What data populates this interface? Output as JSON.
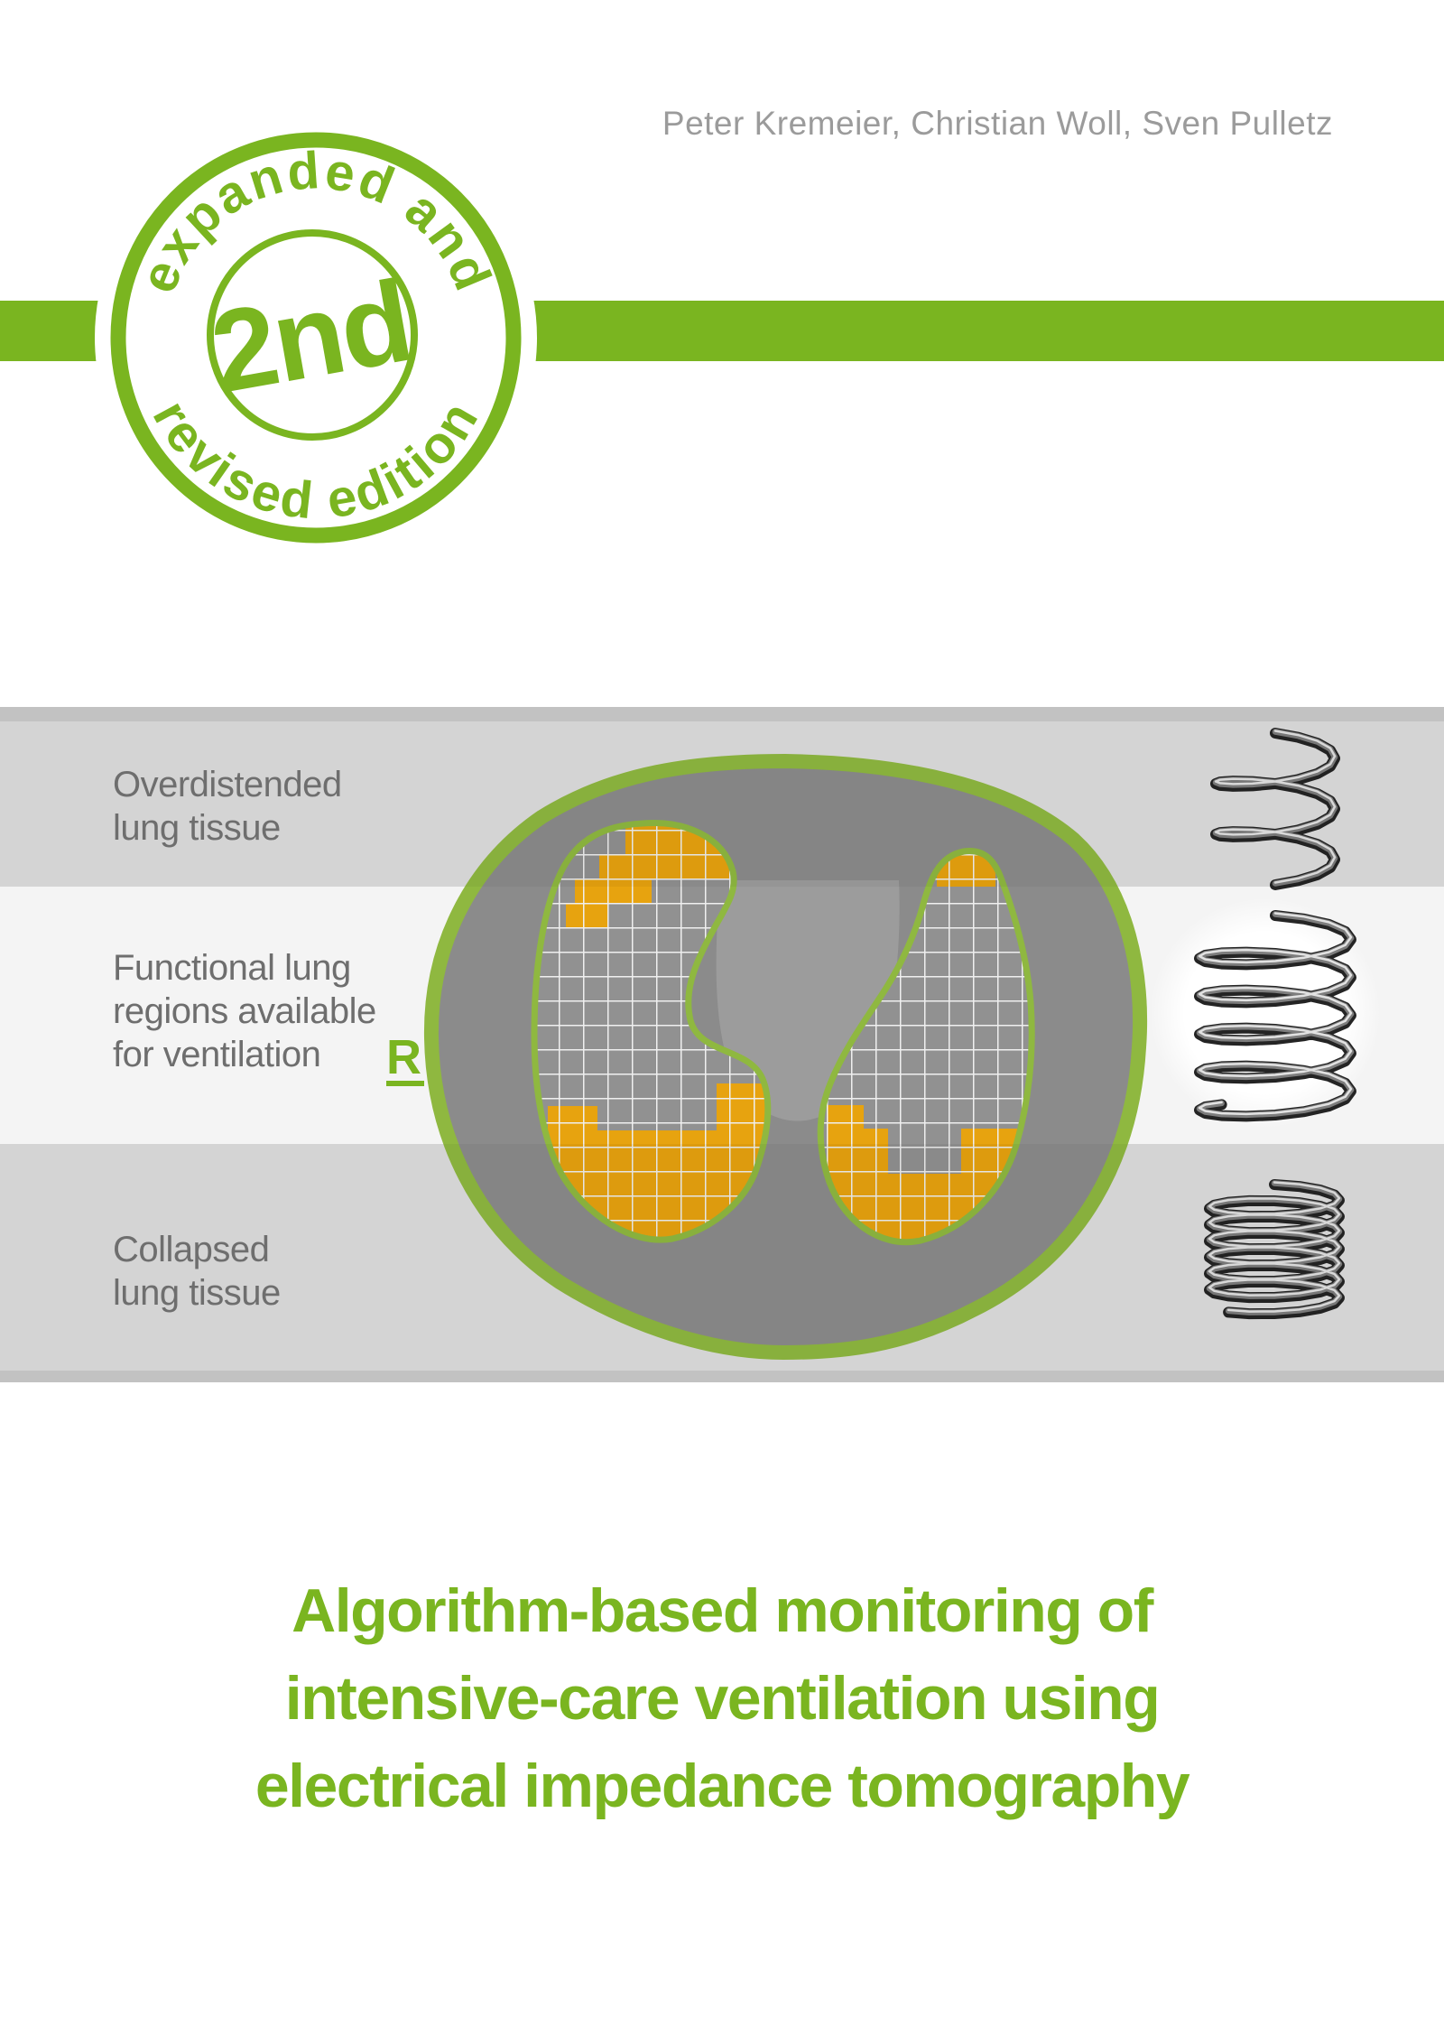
{
  "authors": "Peter Kremeier, Christian Woll, Sven Pulletz",
  "badge": {
    "arc_top": "expanded and",
    "center": "2nd",
    "arc_bottom": "revised edition"
  },
  "diagram": {
    "labels": {
      "overdistended": "Overdistended\nlung tissue",
      "functional": "Functional lung\nregions available\nfor ventilation",
      "collapsed": "Collapsed\nlung tissue",
      "marker_r": "R"
    },
    "icons": {
      "top": "stretched-spring-icon",
      "middle": "expanded-spring-icon",
      "bottom": "compressed-spring-icon"
    }
  },
  "title": {
    "line1": "Algorithm-based monitoring of",
    "line2": "intensive-care ventilation using",
    "line3": "electrical impedance tomography"
  },
  "colors": {
    "brand_green": "#7ab520",
    "outline_green": "#8fb840",
    "orange": "#e7a30f",
    "body_gray": "#8b8b8b",
    "band_gray": "#d6d6d6",
    "light_band": "#f4f4f4",
    "label_gray": "#6e6e6e",
    "author_gray": "#9b9b9b"
  }
}
